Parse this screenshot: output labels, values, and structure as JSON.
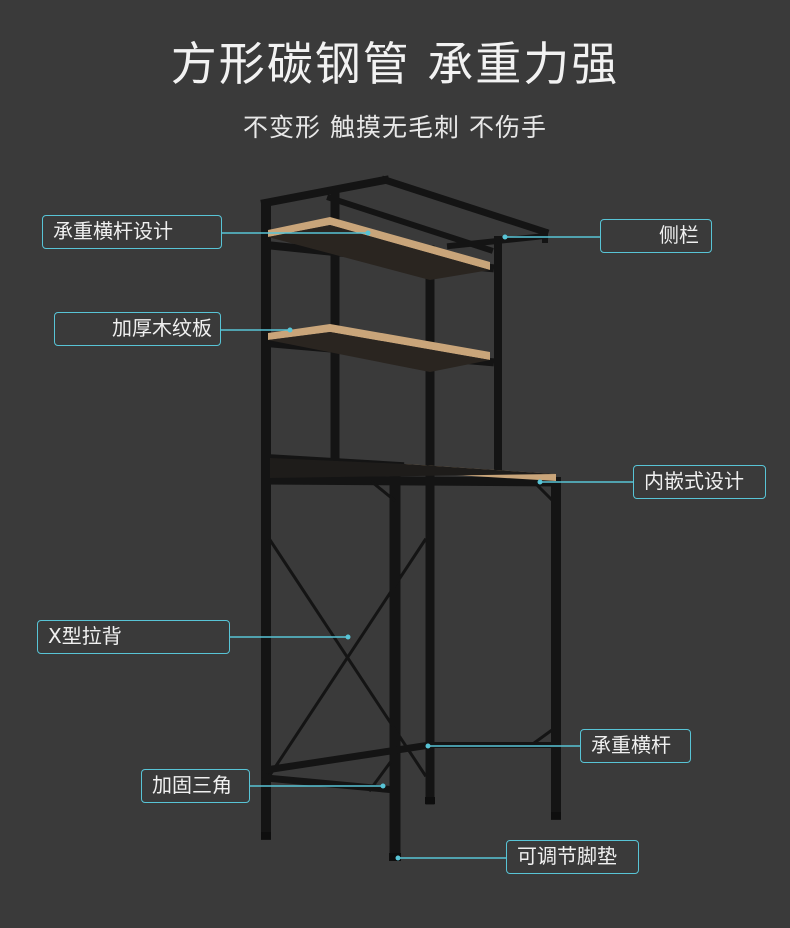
{
  "heading": {
    "title": "方形碳钢管  承重力强",
    "subtitle": "不变形  触摸无毛刺 不伤手"
  },
  "callouts": {
    "crossbar_design": "承重横杆设计",
    "side_rail": "侧栏",
    "thick_wood_board": "加厚木纹板",
    "embedded_design": "内嵌式设计",
    "x_back": "X型拉背",
    "crossbar": "承重横杆",
    "reinforced_triangle": "加固三角",
    "adjustable_foot_pad": "可调节脚垫"
  },
  "colors": {
    "background": "#3a3a3a",
    "accent": "#58c4d6",
    "frame": "#141414",
    "wood": "#c9a57a"
  }
}
